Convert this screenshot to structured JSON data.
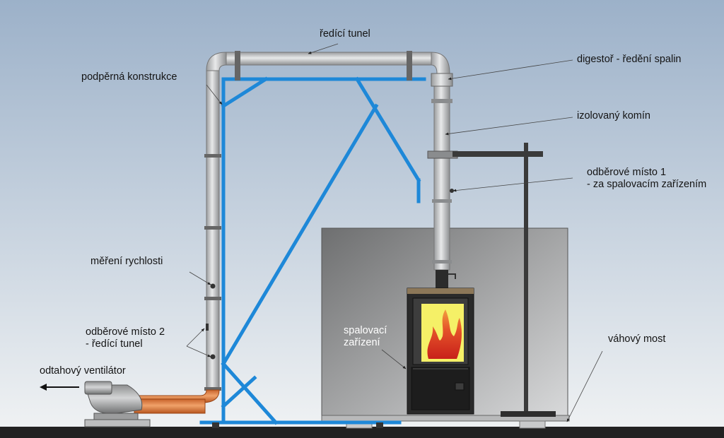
{
  "labels": {
    "dilution_tunnel": "ředící tunel",
    "support_structure": "podpěrná konstrukce",
    "hood": "digestoř - ředění spalin",
    "insulated_chimney": "izolovaný komín",
    "sampling_point_1": [
      "odběrové místo 1",
      "- za spalovacím zařízením"
    ],
    "velocity_measurement": "měření rychlosti",
    "sampling_point_2": [
      "odběrové místo 2",
      "- ředící tunel"
    ],
    "exhaust_fan": "odtahový ventilátor",
    "combustion_device": [
      "spalovací",
      "zařízení"
    ],
    "weighing_bridge": "váhový most"
  },
  "colors": {
    "sky_top": "#9cb1c9",
    "sky_bottom": "#f1f3f4",
    "frame_blue": "#1e88d8",
    "duct_gray": "#c8cacc",
    "fan_orange": "#e07b3a",
    "floor": "#222222",
    "stove_dark": "#2a2a2a",
    "flame_yellow": "#f5f067",
    "flame_red": "#d83a1a"
  },
  "icons": {
    "fan": "exhaust-fan-icon",
    "flow_arrow": "arrow-left-icon",
    "fire": "fire-icon"
  }
}
